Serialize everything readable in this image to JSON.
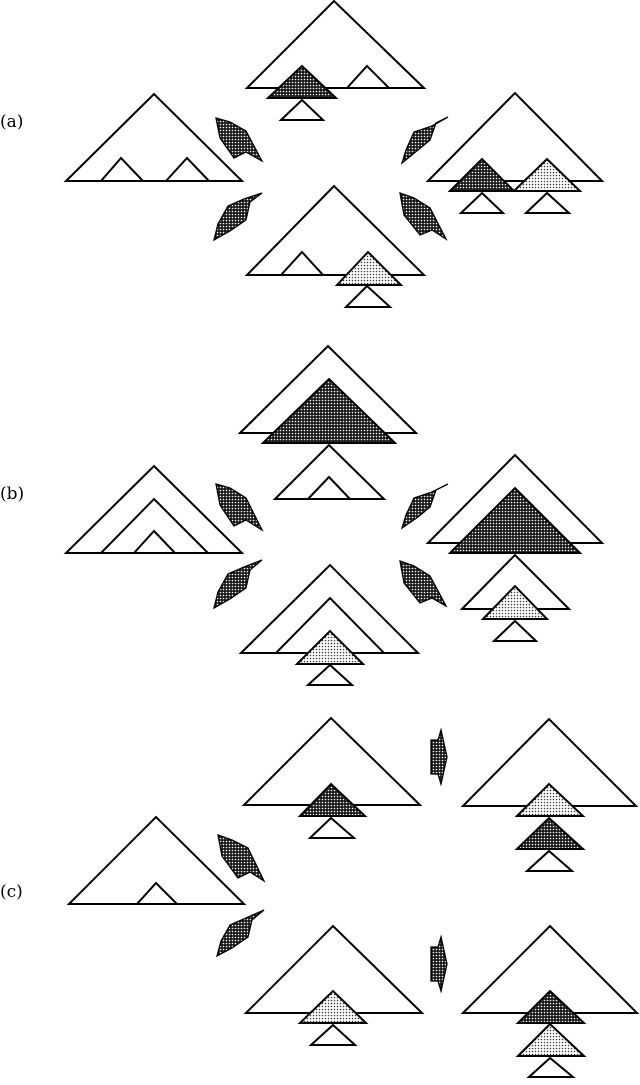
{
  "figure": {
    "panels": [
      {
        "label": "(a)",
        "description": "Tree with two subtrees; two derivation arrows lead to trees where one or both subtrees are replaced by shaded adjoined/substituted trees"
      },
      {
        "label": "(b)",
        "description": "Nested tree with three concentric triangles; arrows lead to trees with dark and light shaded insertions at different nesting levels"
      },
      {
        "label": "(c)",
        "description": "Tree with one subtree; two arrows lead to trees with dark or light shaded insertion, then further arrows lead to stacked dark+light insertions in both orders"
      }
    ],
    "colors": {
      "outline": "#000000",
      "dark_shade": "#3a3a3a",
      "light_shade": "#bdbdbd",
      "background": "#ffffff"
    },
    "legend_semantics": {
      "white_triangle": "tree / subtree",
      "dark_dotted_triangle": "dark inserted tree",
      "light_dotted_triangle": "light inserted tree",
      "dark_arrow": "derivation step"
    }
  }
}
